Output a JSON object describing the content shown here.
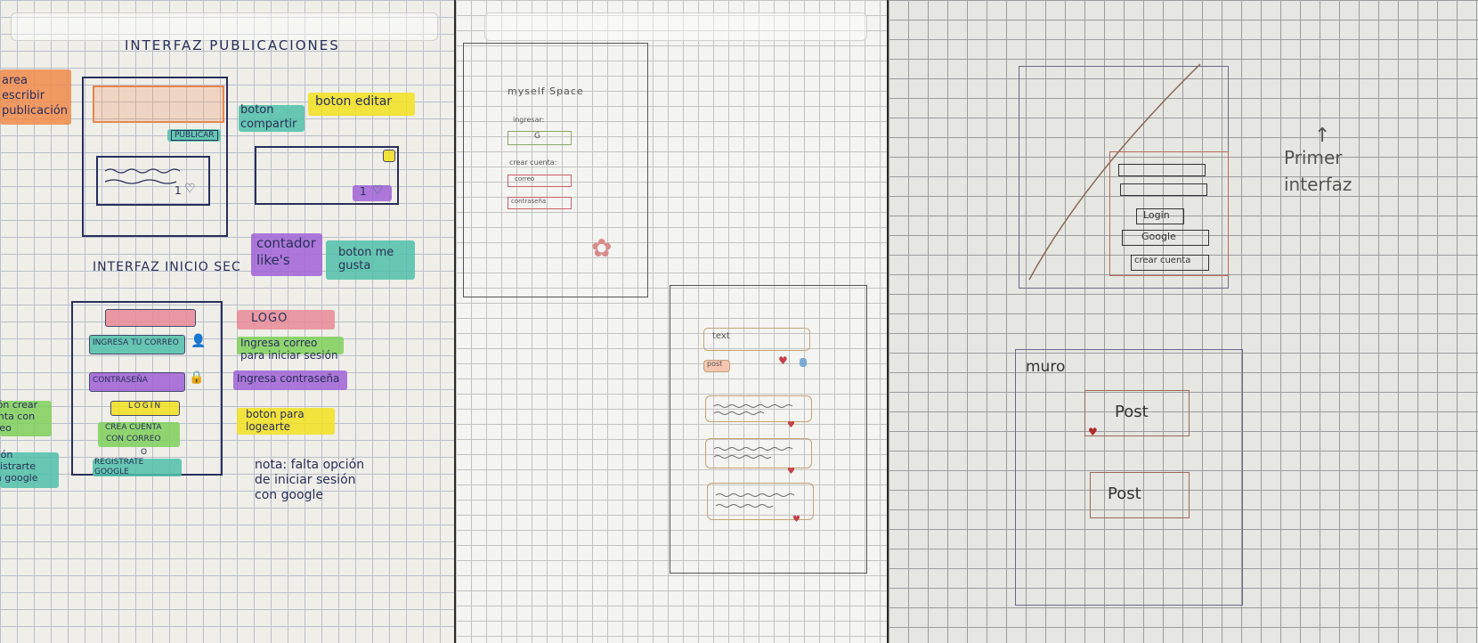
{
  "sketch1": {
    "title": "INTERFAZ PUBLICACIONES",
    "publish_button": "PUBLICAR",
    "like_count_1": "1",
    "like_count_2": "1",
    "label_area": "area\nescribir\npublicación",
    "label_edit": "boton editar",
    "label_share": "boton\ncompartir",
    "label_likes": "contador\nlike's",
    "label_like_btn": "boton me\ngusta",
    "subtitle_login": "INTERFAZ INICIO SEC",
    "login_email": "INGRESA TU CORREO",
    "login_password": "CONTRASEÑA",
    "login_button": "LOGIN",
    "create_account": "CREA CUENTA\nCON CORREO",
    "or": "O",
    "register_google": "REGISTRATE\nGOOGLE",
    "label_logo": "LOGO",
    "label_email": "Ingresa correo\npara iniciar sesión",
    "label_password": "Ingresa contraseña",
    "label_login_btn": "boton para\nlogearte",
    "label_create": "Botón crear\ncuenta con\ncorreo",
    "label_google": "Botón\nregistrarte\ncon google",
    "note": "nota: falta opción\nde iniciar sesión\ncon google"
  },
  "sketch2": {
    "brand": "myself Space",
    "login_caption": "ingresar:",
    "google_letter": "G",
    "create_caption": "crear cuenta:",
    "email_field": "correo",
    "password_field": "contraseña",
    "post_input": "text",
    "post_button": "post"
  },
  "sketch3": {
    "email_row": "",
    "login_button": "Login",
    "google_button": "Google",
    "create_button": "crear cuenta",
    "first_interface": "Primer\ninterfaz",
    "wall_title": "muro",
    "post_1": "Post",
    "post_2": "Post"
  },
  "colors": {
    "orange": "#f08a4b",
    "yellow": "#f2e01f",
    "teal": "#4fc0a8",
    "purple": "#a061d6",
    "green": "#7fcf5a",
    "pink": "#e88a98",
    "ink": "#2a2f5a"
  }
}
